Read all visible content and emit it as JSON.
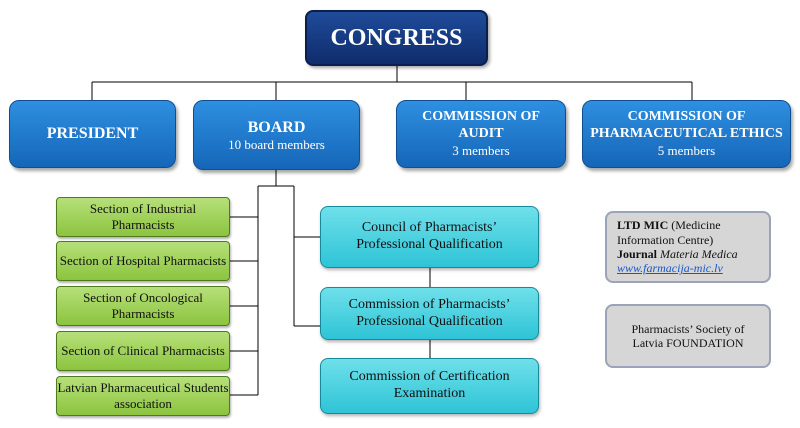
{
  "congress": "CONGRESS",
  "top_row": [
    {
      "title": "PRESIDENT",
      "sub": ""
    },
    {
      "title": "BOARD",
      "sub": "10 board members"
    },
    {
      "title": "COMMISSION OF AUDIT",
      "sub": "3 members"
    },
    {
      "title": "COMMISSION OF PHARMACEUTICAL ETHICS",
      "sub": "5 members"
    }
  ],
  "sections": [
    "Section of Industrial Pharmacists",
    "Section of Hospital Pharmacists",
    "Section of Oncological Pharmacists",
    "Section of Clinical Pharmacists",
    "Latvian Pharmaceutical Students association"
  ],
  "councils": [
    "Council of Pharmacists’ Professional Qualification",
    "Commission of Pharmacists’ Professional Qualification",
    "Commission of Certification Examination"
  ],
  "ltd": {
    "name_bold": "LTD MIC",
    "name_rest": "(Medicine Information Centre)",
    "journal_bold": "Journal",
    "journal_name": "Materia Medica",
    "link": "www.farmacija-mic.lv"
  },
  "foundation": "Pharmacists’ Society of Latvia FOUNDATION",
  "colors": {
    "navy": "#0f2c6b",
    "blue": "#1f7fd4",
    "green": "#9fd05a",
    "teal": "#4fd4e0",
    "gray": "#d6d6d6",
    "line": "#000000"
  }
}
